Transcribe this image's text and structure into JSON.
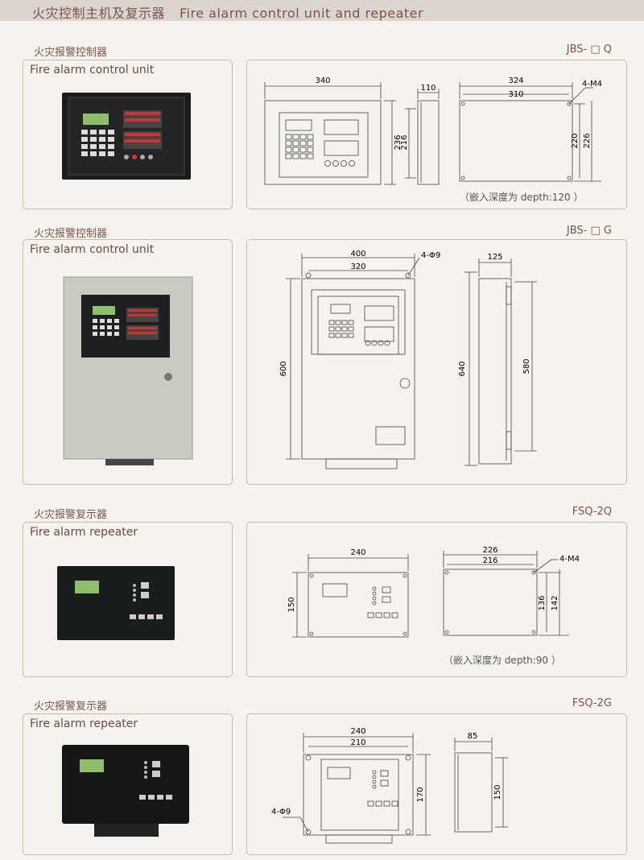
{
  "header": {
    "title_cn": "火灾控制主机及复示器",
    "title_en": "Fire alarm control unit and repeater"
  },
  "sections": [
    {
      "label_cn": "火灾报警控制器",
      "model": "JBS- □  Q",
      "label_en": "Fire alarm control unit",
      "dims": {
        "w_outer": "340",
        "depth": "110",
        "w_back": "324",
        "w_hole": "310",
        "screw": "4-M4",
        "h_front": "236",
        "h_side": "216",
        "h_a": "220",
        "h_b": "226"
      },
      "note": "（嵌入深度为  depth:120  ）"
    },
    {
      "label_cn": "火灾报警控制器",
      "model": "JBS- □  G",
      "label_en": "Fire alarm control unit",
      "dims": {
        "w_outer": "400",
        "w_hole": "320",
        "screw": "4-Φ9",
        "depth": "125",
        "h_front": "600",
        "h_side": "640",
        "h_side2": "580"
      }
    },
    {
      "label_cn": "火灾报警复示器",
      "model": "FSQ-2Q",
      "label_en": "Fire alarm repeater",
      "dims": {
        "w_front": "240",
        "w_back": "226",
        "w_hole": "216",
        "screw": "4-M4",
        "h_front": "150",
        "h_a": "136",
        "h_b": "142"
      },
      "note": "（嵌入深度为  depth:90  ）"
    },
    {
      "label_cn": "火灾报警复示器",
      "model": "FSQ-2G",
      "label_en": "Fire alarm repeater",
      "dims": {
        "w_outer": "240",
        "w_hole": "210",
        "depth": "85",
        "screw": "4-Φ9",
        "h_front": "170",
        "h_side": "150"
      }
    }
  ]
}
